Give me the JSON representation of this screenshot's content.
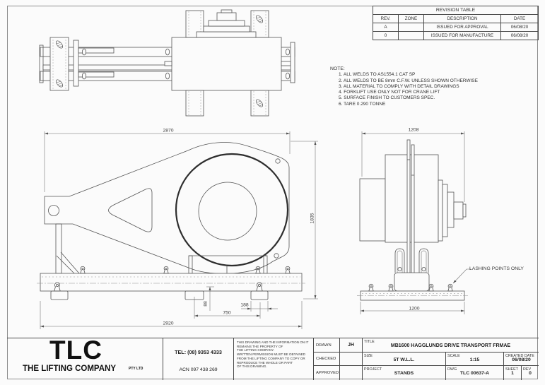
{
  "sheet": {
    "revision_table": {
      "title": "REVISION TABLE",
      "columns": [
        "REV.",
        "ZONE",
        "DESCRIPTION",
        "DATE"
      ],
      "rows": [
        {
          "rev": "A",
          "zone": "",
          "description": "ISSUED FOR APPROVAL",
          "date": "06/08/20"
        },
        {
          "rev": "0",
          "zone": "",
          "description": "ISSUED FOR MANUFACTURE",
          "date": "06/08/20"
        }
      ]
    },
    "notes": {
      "heading": "NOTE:",
      "items": [
        "1. ALL WELDS TO AS1554.1 CAT SP",
        "2. ALL WELDS TO BE 8mm C.F.W. UNLESS SHOWN OTHERWISE",
        "3. ALL MATERIAL TO COMPLY WITH DETAIL DRAWINGS",
        "4. FORKLIFT USE ONLY NOT FOR CRANE LIFT",
        "5. SURFACE FINISH TO CUSTOMERS SPEC.",
        "6. TARE 0.290 TONNE"
      ]
    },
    "dimensions": {
      "front_overall_width": "2870",
      "front_height": "1835",
      "front_base_offset": "88",
      "front_foot_width": "188",
      "front_foot_spacing": "750",
      "front_base_width": "2920",
      "side_overall_width": "1208",
      "side_base_width": "1200"
    },
    "annotations": {
      "lashing_points": "LASHING POINTS ONLY"
    },
    "title_block": {
      "logo": {
        "acronym": "TLC",
        "company": "THE LIFTING COMPANY",
        "suffix": "PTY LTD"
      },
      "contact": {
        "tel": "TEL: (08) 9353 4333",
        "acn": "ACN 097 438 269"
      },
      "disclaimer": "THIS DRAWING AND THE INFORMATION ON IT\nREMAINS THE PROPERTY OF\nTHE LIFTING COMPANY.\nWRITTEN PERMISSION MUST BE OBTAINED\nFROM THE LIFTING COMPANY TO COPY OR\nREPRODUCE THE WHOLE OR PART\nOF THIS DRAWING.",
      "fields": {
        "drawn_label": "DRAWN",
        "drawn_value": "JH",
        "checked_label": "CHECKED",
        "checked_value": "",
        "approved_label": "APPROVED",
        "approved_value": "",
        "title_label": "TITLE",
        "title_value": "MB1600 HAGGLUNDS DRIVE TRANSPORT FRMAE",
        "size_label": "SIZE",
        "size_value": "5T W.L.L.",
        "scale_label": "SCALE",
        "scale_value": "1:15",
        "created_label": "CREATED DATE",
        "created_value": "06/08/20",
        "project_label": "PROJECT",
        "project_value": "STANDS",
        "dwg_label": "DWG",
        "dwg_value": "TLC 00637-A",
        "sheet_label": "SHEET",
        "sheet_value": "1",
        "rev_label": "REV",
        "rev_value": "0"
      }
    },
    "colors": {
      "line": "#545454",
      "line_strong": "#2e2e2e",
      "background": "#fbfbfb"
    }
  }
}
